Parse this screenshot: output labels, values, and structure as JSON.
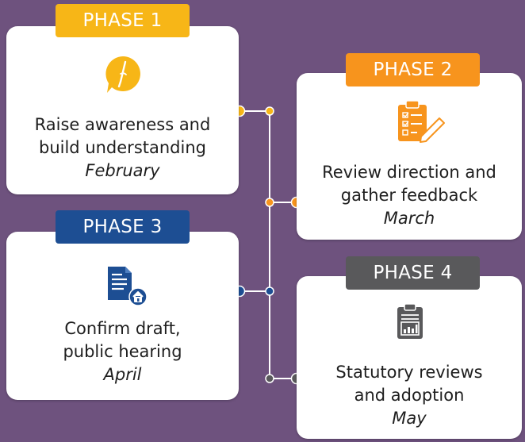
{
  "colors": {
    "background": "#6e527e",
    "phase1": "#f7b617",
    "phase2": "#f7941d",
    "phase3": "#1d4e93",
    "phase4": "#59595b",
    "line": "#ffffff"
  },
  "phases": [
    {
      "label": "PHASE 1",
      "title_line1": "Raise awareness and",
      "title_line2": "build understanding",
      "month": "February",
      "icon": "pen-speech-bubble-icon"
    },
    {
      "label": "PHASE 2",
      "title_line1": "Review direction and",
      "title_line2": "gather feedback",
      "month": "March",
      "icon": "checklist-clipboard-icon"
    },
    {
      "label": "PHASE 3",
      "title_line1": "Confirm draft,",
      "title_line2": "public hearing",
      "month": "April",
      "icon": "document-home-icon"
    },
    {
      "label": "PHASE 4",
      "title_line1": "Statutory reviews",
      "title_line2": "and adoption",
      "month": "May",
      "icon": "report-chart-clipboard-icon"
    }
  ]
}
